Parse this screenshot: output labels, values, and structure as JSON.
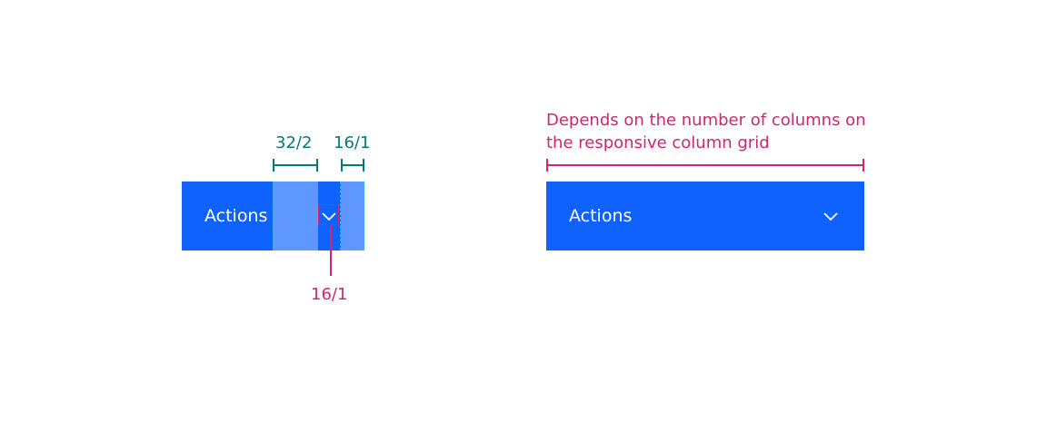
{
  "left_spec": {
    "button_label": "Actions",
    "spacing_a": "32/2",
    "spacing_b": "16/1",
    "icon_size": "16/1"
  },
  "right_spec": {
    "button_label": "Actions",
    "width_note_line1": "Depends on the number of columns on",
    "width_note_line2": "the responsive column grid"
  },
  "colors": {
    "button_blue": "#0f62fe",
    "padding_highlight": "#5e97ff",
    "teal_annotation": "#007d79",
    "magenta_annotation": "#d02670"
  },
  "icons": [
    "chevron-down-icon",
    "chevron-down-icon"
  ]
}
